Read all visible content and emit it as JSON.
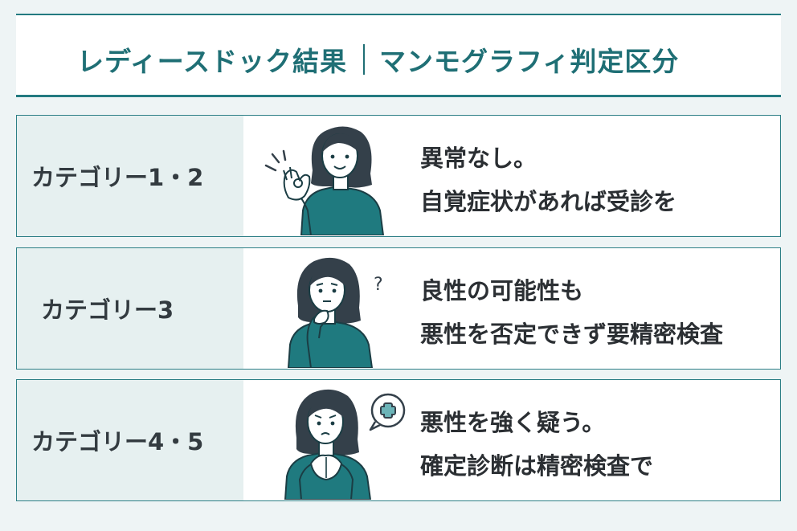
{
  "header": {
    "title": "レディースドック結果",
    "subtitle": "マンモグラフィ判定区分"
  },
  "rows": [
    {
      "category": "カテゴリー1・2",
      "lines": [
        "異常なし。",
        "自覚症状があれば受診を"
      ],
      "figure_icon": "ok-hand-woman-icon"
    },
    {
      "category": "カテゴリー3",
      "lines": [
        "良性の可能性も",
        "悪性を否定できず要精密検査"
      ],
      "figure_icon": "thinking-woman-icon",
      "symbol": "?"
    },
    {
      "category": "カテゴリー4・5",
      "lines": [
        "悪性を強く疑う。",
        "確定診断は精密検査で"
      ],
      "figure_icon": "worried-woman-icon"
    }
  ],
  "colors": {
    "accent": "#237a80",
    "shirt": "#1f7a7f",
    "hair": "#34404a",
    "text": "#2b2f33"
  }
}
